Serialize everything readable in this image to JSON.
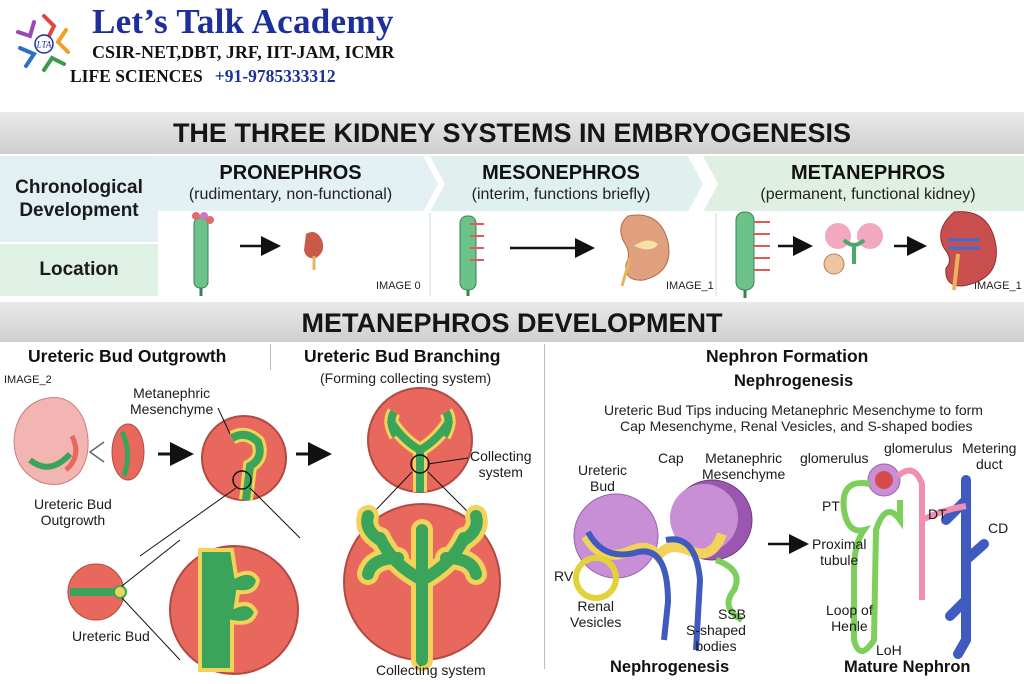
{
  "header": {
    "brand_title": "Let’s Talk Academy",
    "brand_exams": "CSIR-NET,DBT, JRF, IIT-JAM, ICMR",
    "brand_subject": "LIFE SCIENCES",
    "brand_phone": "+91-9785333312",
    "logo_text": "LTA"
  },
  "banner_top": "THE THREE KIDNEY SYSTEMS IN EMBRYOGENESIS",
  "rows": {
    "chronological_line1": "Chronological",
    "chronological_line2": "Development",
    "location": "Location"
  },
  "stages": [
    {
      "name": "PRONEPHROS",
      "desc": "(rudimentary, non-functional)",
      "image_tag": "IMAGE 0"
    },
    {
      "name": "MESONEPHROS",
      "desc": "(interim, functions briefly)",
      "image_tag": "IMAGE_1"
    },
    {
      "name": "METANEPHROS",
      "desc": "(permanent, functional kidney)",
      "image_tag": "IMAGE_1"
    }
  ],
  "banner_bottom": "METANEPHROS DEVELOPMENT",
  "outgrowth": {
    "title": "Ureteric Bud Outgrowth",
    "image_tag": "IMAGE_2",
    "label_mesenchyme_1": "Metanephric",
    "label_mesenchyme_2": "Mesenchyme",
    "label_outgrowth_1": "Ureteric Bud",
    "label_outgrowth_2": "Outgrowth",
    "label_bud": "Ureteric Bud"
  },
  "branching": {
    "title": "Ureteric Bud Branching",
    "subtitle": "(Forming collecting system)",
    "label_collecting_1": "Collecting",
    "label_collecting_2": "system",
    "label_bottom": "Collecting system"
  },
  "nephron": {
    "title": "Nephron Formation",
    "subtitle": "Nephrogenesis",
    "desc_line1": "Ureteric Bud Tips inducing Metanephric Mesenchyme to form",
    "desc_line2": "Cap Mesenchyme, Renal Vesicles, and S-shaped bodies",
    "label_ureteric_1": "Ureteric",
    "label_ureteric_2": "Bud",
    "label_cap": "Cap",
    "label_mm_1": "Metanephric",
    "label_mm_2": "Mesenchyme",
    "label_rv": "RV",
    "label_renal_1": "Renal",
    "label_renal_2": "Vesicles",
    "label_ssb": "SSB",
    "label_sshaped_1": "S-shaped",
    "label_sshaped_2": "bodies",
    "caption_left": "Nephrogenesis",
    "label_glomerulus_a": "glomerulus",
    "label_glomerulus_b": "glomerulus",
    "label_metering_1": "Metering",
    "label_metering_2": "duct",
    "label_pt": "PT",
    "label_dt": "DT",
    "label_cd": "CD",
    "label_proximal_1": "Proximal",
    "label_proximal_2": "tubule",
    "label_loop_1": "Loop of",
    "label_loop_2": "Henle",
    "label_loh": "LoH",
    "caption_right": "Mature Nephron"
  },
  "colors": {
    "brand_blue": "#1c2f9b",
    "mesenchyme_red": "#e9685e",
    "bud_green": "#3aa55a",
    "cap_yellow": "#f2d25a",
    "cap_purple": "#c98fd6",
    "ureter_blue": "#3f5bc0"
  }
}
